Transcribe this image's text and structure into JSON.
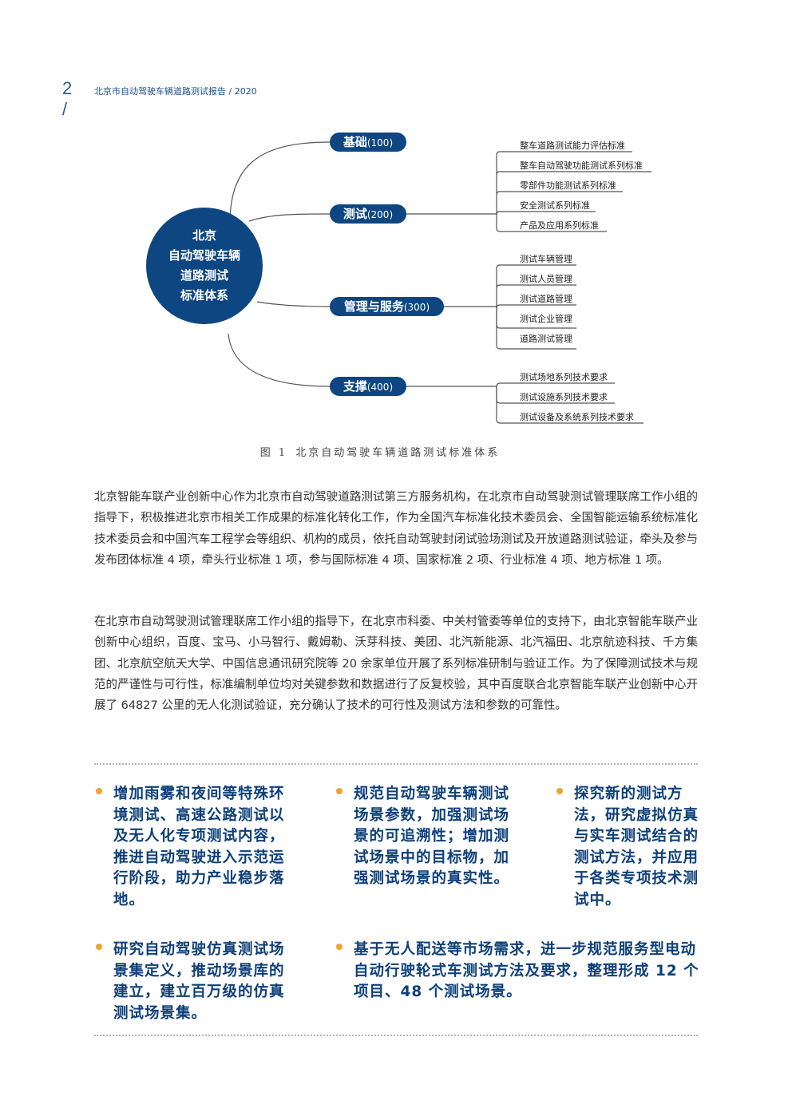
{
  "header": {
    "page_number": "2 /",
    "title": "北京市自动驾驶车辆道路测试报告 / 2020"
  },
  "diagram": {
    "center_lines": [
      "北京",
      "自动驾驶车辆",
      "道路测试",
      "标准体系"
    ],
    "branches": [
      {
        "label": "基础",
        "code": "(100)",
        "leaves": []
      },
      {
        "label": "测试",
        "code": "(200)",
        "leaves": [
          "整车道路测试能力评估标准",
          "整车自动驾驶功能测试系列标准",
          "零部件功能测试系列标准",
          "安全测试系列标准",
          "产品及应用系列标准"
        ]
      },
      {
        "label": "管理与服务",
        "code": "(300)",
        "leaves": [
          "测试车辆管理",
          "测试人员管理",
          "测试道路管理",
          "测试企业管理",
          "道路测试管理"
        ]
      },
      {
        "label": "支撑",
        "code": "(400)",
        "leaves": [
          "测试场地系列技术要求",
          "测试设施系列技术要求",
          "测试设备及系统系列技术要求"
        ]
      }
    ]
  },
  "caption": {
    "label": "图 1",
    "text": "北京自动驾驶车辆道路测试标准体系"
  },
  "paragraphs": [
    "北京智能车联产业创新中心作为北京市自动驾驶道路测试第三方服务机构，在北京市自动驾驶测试管理联席工作小组的指导下，积极推进北京市相关工作成果的标准化转化工作，作为全国汽车标准化技术委员会、全国智能运输系统标准化技术委员会和中国汽车工程学会等组织、机构的成员，依托自动驾驶封闭试验场测试及开放道路测试验证，牵头及参与发布团体标准 4 项，牵头行业标准 1 项，参与国际标准 4 项、国家标准 2 项、行业标准 4 项、地方标准 1 项。",
    "在北京市自动驾驶测试管理联席工作小组的指导下，在北京市科委、中关村管委等单位的支持下，由北京智能车联产业创新中心组织，百度、宝马、小马智行、戴姆勒、沃芽科技、美团、北汽新能源、北汽福田、北京航迹科技、千方集团、北京航空航天大学、中国信息通讯研究院等 20 余家单位开展了系列标准研制与验证工作。为了保障测试技术与规范的严谨性与可行性，标准编制单位均对关键参数和数据进行了反复校验，其中百度联合北京智能车联产业创新中心开展了 64827 公里的无人化测试验证，充分确认了技术的可行性及测试方法和参数的可靠性。"
  ],
  "bullets": [
    "增加雨雾和夜间等特殊环境测试、高速公路测试以及无人化专项测试内容，推进自动驾驶进入示范运行阶段，助力产业稳步落地。",
    "规范自动驾驶车辆测试场景参数，加强测试场景的可追溯性；增加测试场景中的目标物，加强测试场景的真实性。",
    "探究新的测试方法，研究虚拟仿真与实车测试结合的测试方法，并应用于各类专项技术测试中。",
    "研究自动驾驶仿真测试场景集定义，推动场景库的建立，建立百万级的仿真测试场景集。",
    "基于无人配送等市场需求，进一步规范服务型电动自动行驶轮式车测试方法及要求，整理形成 12 个项目、48 个测试场景。"
  ],
  "colors": {
    "navy": "#0d4680",
    "bullet_dot": "#f0a332",
    "bullet_text": "#0d3f7a"
  }
}
